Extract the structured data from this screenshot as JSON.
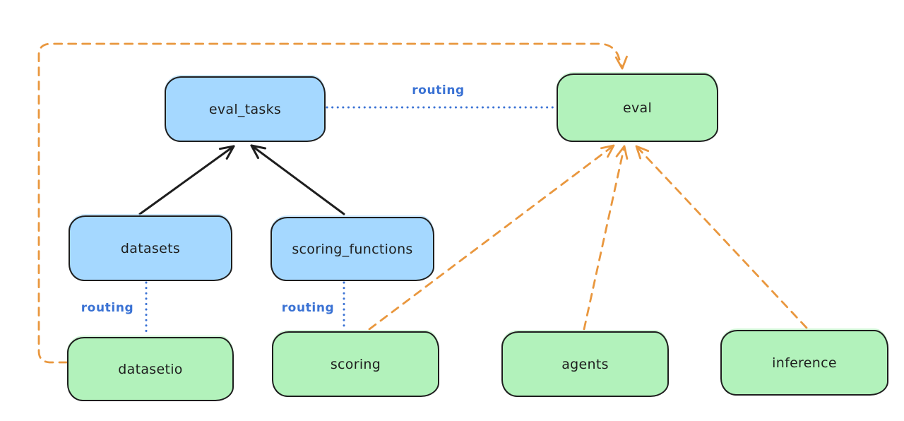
{
  "diagram": {
    "nodes": {
      "eval_tasks": {
        "label": "eval_tasks",
        "fill": "blue"
      },
      "eval": {
        "label": "eval",
        "fill": "green"
      },
      "datasets": {
        "label": "datasets",
        "fill": "blue"
      },
      "scoring_functions": {
        "label": "scoring_functions",
        "fill": "blue"
      },
      "datasetio": {
        "label": "datasetio",
        "fill": "green"
      },
      "scoring": {
        "label": "scoring",
        "fill": "green"
      },
      "agents": {
        "label": "agents",
        "fill": "green"
      },
      "inference": {
        "label": "inference",
        "fill": "green"
      }
    },
    "edges": [
      {
        "from": "datasets",
        "to": "eval_tasks",
        "style": "solid",
        "color": "black",
        "arrow": true
      },
      {
        "from": "scoring_functions",
        "to": "eval_tasks",
        "style": "solid",
        "color": "black",
        "arrow": true
      },
      {
        "from": "eval_tasks",
        "to": "eval",
        "style": "dotted",
        "color": "blue",
        "arrow": false,
        "label": "routing"
      },
      {
        "from": "datasets",
        "to": "datasetio",
        "style": "dotted",
        "color": "blue",
        "arrow": false,
        "label": "routing"
      },
      {
        "from": "scoring_functions",
        "to": "scoring",
        "style": "dotted",
        "color": "blue",
        "arrow": false,
        "label": "routing"
      },
      {
        "from": "datasetio",
        "to": "eval",
        "style": "dashed",
        "color": "orange",
        "arrow": true
      },
      {
        "from": "scoring",
        "to": "eval",
        "style": "dashed",
        "color": "orange",
        "arrow": true
      },
      {
        "from": "agents",
        "to": "eval",
        "style": "dashed",
        "color": "orange",
        "arrow": true
      },
      {
        "from": "inference",
        "to": "eval",
        "style": "dashed",
        "color": "orange",
        "arrow": true
      }
    ],
    "colors": {
      "node_blue_fill": "#a5d8ff",
      "node_green_fill": "#b2f2bb",
      "node_stroke": "#1e1e1e",
      "routing_blue": "#3a72d4",
      "dashed_orange": "#e9973e",
      "background": "#ffffff"
    }
  }
}
